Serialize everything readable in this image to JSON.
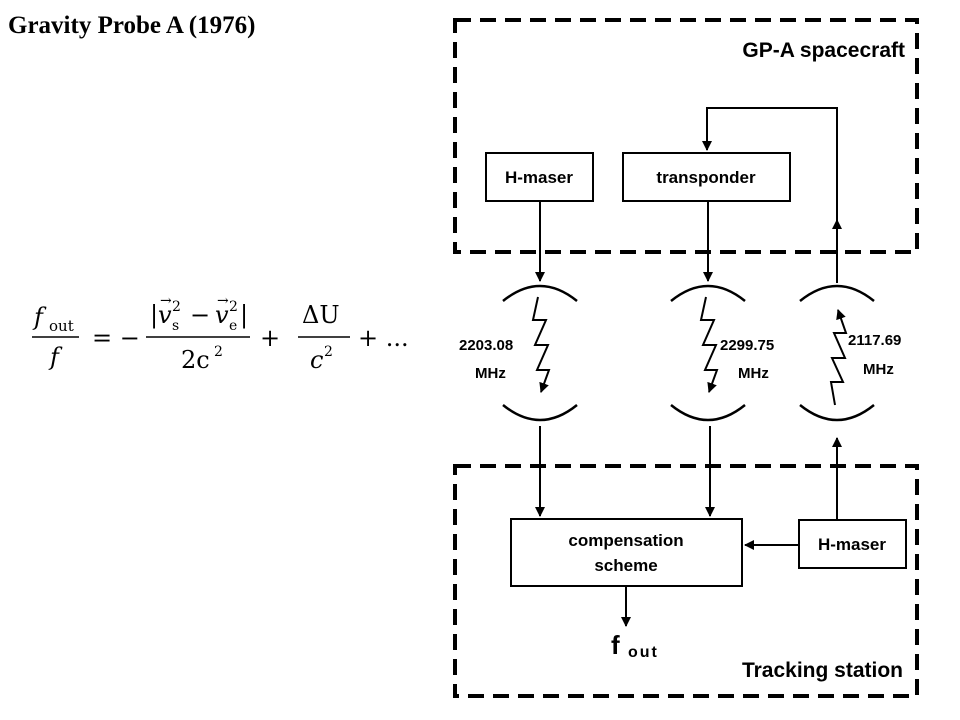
{
  "title": "Gravity Probe A (1976)",
  "formula": {
    "lhs_num": "f",
    "lhs_num_sub": "out",
    "lhs_den": "f",
    "eq_minus": "= −",
    "rhs1_num": "|v⃗²ₛ − v⃗²ₑ|",
    "rhs1_num_v1": "v",
    "rhs1_num_v1_sup": "2",
    "rhs1_num_v1_sub": "s",
    "rhs1_num_mid": "−",
    "rhs1_num_v2": "v",
    "rhs1_num_v2_sup": "2",
    "rhs1_num_v2_sub": "e",
    "rhs1_den": "2c",
    "rhs1_den_sup": "2",
    "plus": "+",
    "rhs2_num": "ΔU",
    "rhs2_den": "c",
    "rhs2_den_sup": "2",
    "tail": "+ ..."
  },
  "spacecraft": {
    "title": "GP-A spacecraft",
    "hmaser_label": "H-maser",
    "transponder_label": "transponder"
  },
  "links": [
    {
      "freq": "2203.08",
      "unit": "MHz"
    },
    {
      "freq": "2299.75",
      "unit": "MHz"
    },
    {
      "freq": "2117.69",
      "unit": "MHz"
    }
  ],
  "station": {
    "title": "Tracking station",
    "compensation_line1": "compensation",
    "compensation_line2": "scheme",
    "hmaser_label": "H-maser",
    "output_main": "f",
    "output_sub": "out"
  }
}
